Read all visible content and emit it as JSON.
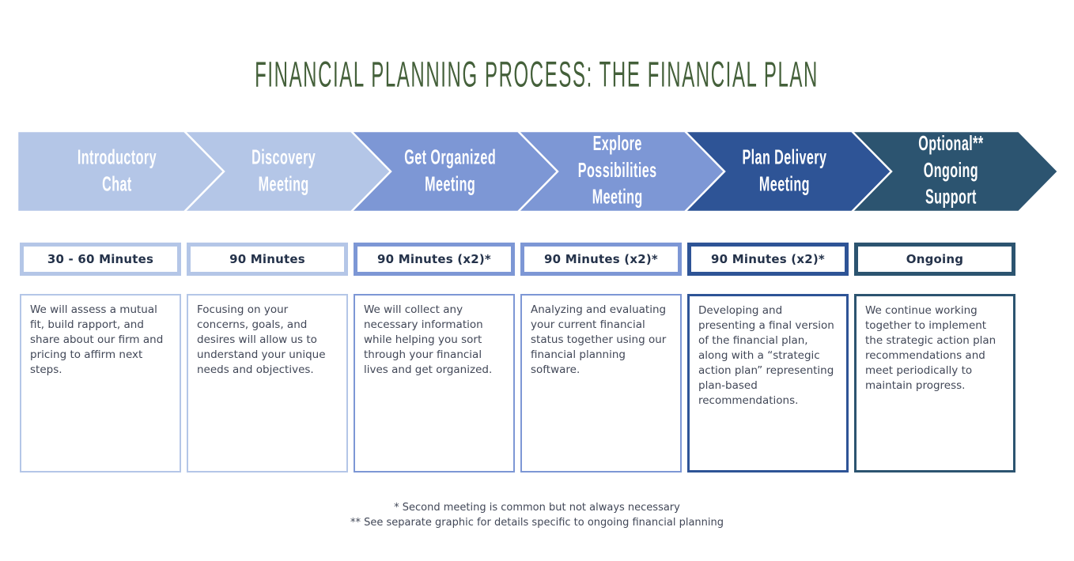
{
  "title": "FINANCIAL PLANNING PROCESS: THE FINANCIAL PLAN",
  "colors": {
    "title_green": "#44603a",
    "light_blue": "#b4c6e7",
    "medium_blue": "#7d97d5",
    "dark_blue": "#2e5496",
    "slate_blue": "#2c5470",
    "body_text": "#414757",
    "duration_text": "#24324a"
  },
  "steps": [
    {
      "label": "Introductory\nChat",
      "color": "#b4c6e7",
      "duration": "30 - 60 Minutes",
      "description": "We will assess a mutual fit, build rapport, and share about our firm and pricing to affirm next steps."
    },
    {
      "label": "Discovery\nMeeting",
      "color": "#b4c6e7",
      "duration": "90 Minutes",
      "description": "Focusing on your concerns, goals, and desires will allow us to understand your unique needs and objectives."
    },
    {
      "label": "Get Organized\nMeeting",
      "color": "#7d97d5",
      "duration": "90 Minutes (x2)*",
      "description": "We will collect any necessary information while helping you sort through your financial lives and get organized."
    },
    {
      "label": "Explore\nPossibilities\nMeeting",
      "color": "#7d97d5",
      "duration": "90 Minutes (x2)*",
      "description": "Analyzing and evaluating your current financial status together using our financial planning software."
    },
    {
      "label": "Plan Delivery\nMeeting",
      "color": "#2e5496",
      "duration": "90 Minutes (x2)*",
      "description": "Developing and presenting a final version of the financial plan, along with a “strategic action plan” representing plan-based recommendations."
    },
    {
      "label": "Optional**\nOngoing\nSupport",
      "color": "#2c5470",
      "duration": "Ongoing",
      "description": "We continue working together to implement the strategic action plan recommendations and meet periodically to maintain progress."
    }
  ],
  "footnotes": [
    "* Second meeting is common but not always necessary",
    "** See separate graphic for details specific to ongoing financial planning"
  ]
}
